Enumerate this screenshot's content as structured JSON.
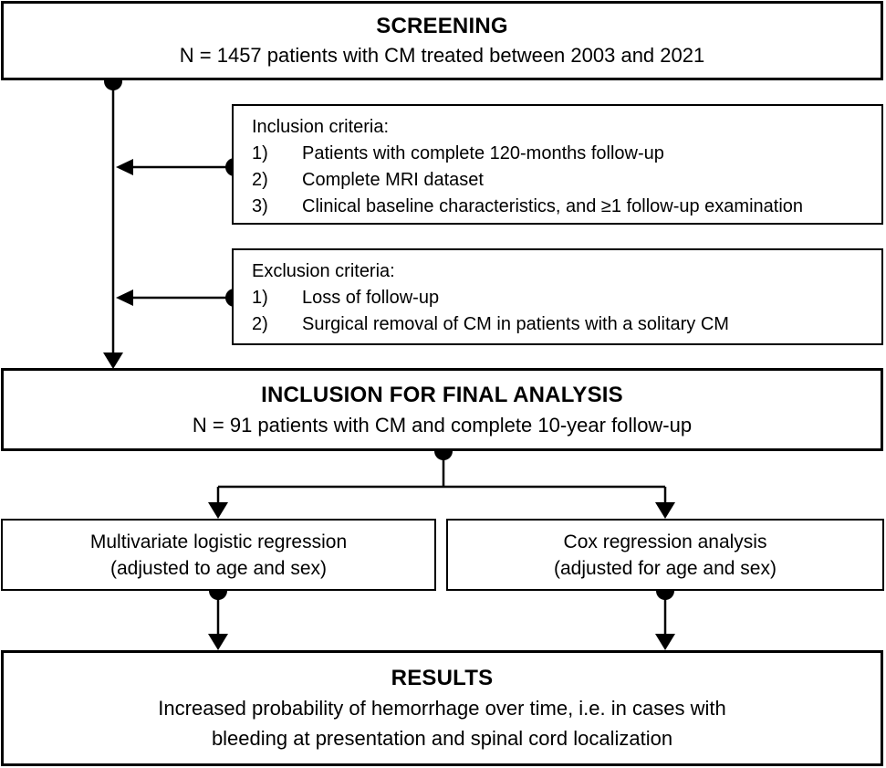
{
  "colors": {
    "line": "#000000",
    "text": "#000000",
    "box_border": "#000000",
    "background": "#ffffff"
  },
  "screening": {
    "title": "SCREENING",
    "subtitle": "N = 1457 patients with CM treated between 2003 and 2021"
  },
  "inclusion_criteria": {
    "heading": "Inclusion criteria:",
    "items": [
      {
        "num": "1)",
        "text": "Patients with complete 120-months follow-up"
      },
      {
        "num": "2)",
        "text": "Complete MRI dataset"
      },
      {
        "num": "3)",
        "text": "Clinical baseline characteristics, and ≥1 follow-up examination"
      }
    ]
  },
  "exclusion_criteria": {
    "heading": "Exclusion criteria:",
    "items": [
      {
        "num": "1)",
        "text": "Loss of follow-up"
      },
      {
        "num": "2)",
        "text": "Surgical removal of CM in patients with a solitary CM"
      }
    ]
  },
  "final_analysis": {
    "title": "INCLUSION FOR FINAL ANALYSIS",
    "subtitle": "N = 91 patients with CM and complete 10-year follow-up"
  },
  "logistic_regression": {
    "line1": "Multivariate logistic regression",
    "line2": "(adjusted to age and sex)"
  },
  "cox_regression": {
    "line1": "Cox regression analysis",
    "line2": "(adjusted for age and sex)"
  },
  "results": {
    "title": "RESULTS",
    "line1": "Increased probability of hemorrhage over time, i.e. in cases with",
    "line2": "bleeding at presentation and spinal cord localization"
  }
}
